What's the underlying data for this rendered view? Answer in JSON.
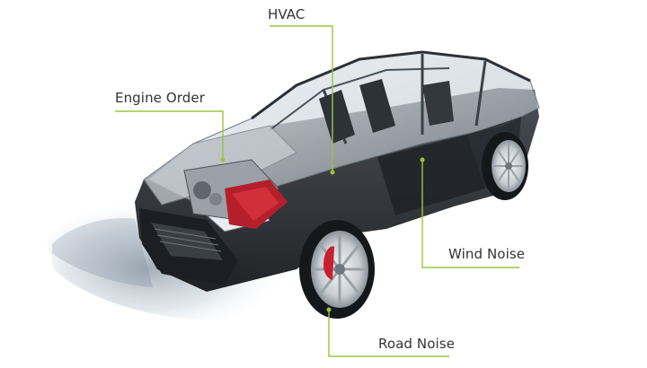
{
  "labels": {
    "hvac": "HVAC",
    "engine_order": "Engine Order",
    "wind_noise": "Wind Noise",
    "road_noise": "Road Noise"
  },
  "colors": {
    "callout_line": "#9bc53d",
    "label_text": "#333333",
    "background": "#ffffff",
    "brake_caliper": "#c8202e",
    "engine_cover": "#b51f2b"
  },
  "image": {
    "subject": "x-ray-car"
  }
}
